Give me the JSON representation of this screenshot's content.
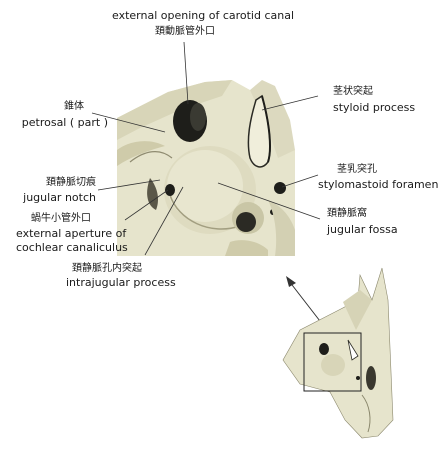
{
  "labels": {
    "carotid_en": "external opening of carotid canal",
    "carotid_cn": "頚動脈管外口",
    "petrosal_cn": "錐体",
    "petrosal_en": "petrosal ( part )",
    "styloid_cn": "茎状突起",
    "styloid_en": "styloid process",
    "stylomastoid_cn": "茎乳突孔",
    "stylomastoid_en": "stylomastoid foramen",
    "jugnotch_cn": "頚静脈切痕",
    "jugnotch_en": "jugular notch",
    "jugfossa_cn": "頚静脈窩",
    "jugfossa_en": "jugular fossa",
    "cochlear_cn": "蝸牛小管外口",
    "cochlear_en1": "external aperture of",
    "cochlear_en2": "cochlear canaliculus",
    "intraj_cn": "頚静脈孔内突起",
    "intraj_en": "intrajugular process"
  },
  "colors": {
    "bone": "#e6e4cc",
    "bone_shadow": "#c9c6a6",
    "dark": "#1e1e1a",
    "line": "#333333"
  }
}
